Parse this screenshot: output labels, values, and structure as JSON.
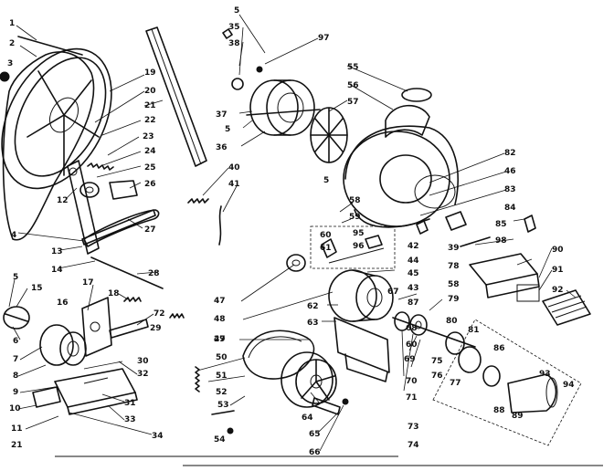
{
  "callouts": {
    "c1": "1",
    "c2": "2",
    "c3": "3",
    "c4": "4",
    "c5a": "5",
    "c5b": "5",
    "c5c": "5",
    "c5d": "5",
    "c6": "6",
    "c7": "7",
    "c8": "8",
    "c9": "9",
    "c10": "10",
    "c11": "11",
    "c12": "12",
    "c13": "13",
    "c14": "14",
    "c15": "15",
    "c16": "16",
    "c17": "17",
    "c18": "18",
    "c19": "19",
    "c20": "20",
    "c21a": "21",
    "c21b": "21",
    "c22": "22",
    "c23": "23",
    "c24": "24",
    "c25": "25",
    "c26": "26",
    "c27a": "27",
    "c27b": "27",
    "c28": "28",
    "c29": "29",
    "c30": "30",
    "c31": "31",
    "c32": "32",
    "c33": "33",
    "c34": "34",
    "c35": "35",
    "c36": "36",
    "c37": "37",
    "c38": "38",
    "c39": "39",
    "c40": "40",
    "c41": "41",
    "c42": "42",
    "c43": "43",
    "c44": "44",
    "c45": "45",
    "c46": "46",
    "c47": "47",
    "c48": "48",
    "c49": "49",
    "c50": "50",
    "c51": "51",
    "c52": "52",
    "c53": "53",
    "c54": "54",
    "c55": "55",
    "c56": "56",
    "c57": "57",
    "c58a": "58",
    "c58b": "58",
    "c59": "59",
    "c60a": "60",
    "c60b": "60",
    "c61": "61",
    "c62": "62",
    "c63": "63",
    "c64": "64",
    "c65": "65",
    "c66": "66",
    "c67": "67",
    "c68": "68",
    "c69": "69",
    "c70": "70",
    "c71": "71",
    "c72": "72",
    "c73": "73",
    "c74": "74",
    "c75": "75",
    "c76": "76",
    "c77": "77",
    "c78": "78",
    "c79": "79",
    "c80": "80",
    "c81": "81",
    "c82": "82",
    "c83": "83",
    "c84": "84",
    "c85": "85",
    "c86": "86",
    "c87": "87",
    "c88": "88",
    "c89": "89",
    "c90": "90",
    "c91": "91",
    "c92": "92",
    "c93": "93",
    "c94": "94",
    "c95": "95",
    "c96": "96",
    "c97": "97",
    "c98": "98"
  }
}
